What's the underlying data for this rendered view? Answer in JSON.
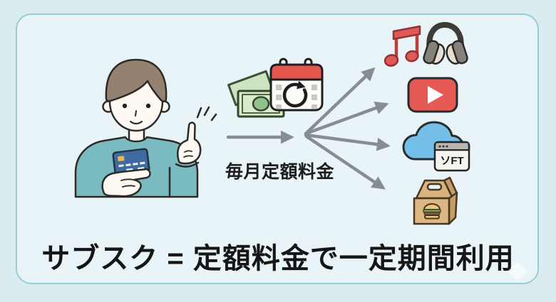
{
  "scene": {
    "type": "educational-diagram",
    "title": "サブスク = 定額料金で一定期間利用",
    "flow_label": "毎月定額料金",
    "browser_label": "ソFT",
    "payment_icons": [
      "person-with-credit-card",
      "money-bills",
      "recurring-calendar"
    ],
    "service_icons": [
      "music-note",
      "headphones",
      "video-streaming",
      "cloud-software",
      "food-delivery-box"
    ],
    "colors": {
      "outer_background": "#dbecf1",
      "panel_background": "#e9f4f8",
      "panel_border": "#97cdd4",
      "arrow_gray": "#878d92",
      "accent_red": "#e55a54",
      "calendar_red": "#e4574e",
      "sweater_teal": "#79bbc0",
      "card_blue": "#3f6ba0",
      "cloud_blue": "#74bfe8",
      "money_green": "#d9ecca",
      "box_tan": "#dcb683",
      "headphone_gray": "#86827b",
      "text": "#161616"
    }
  }
}
